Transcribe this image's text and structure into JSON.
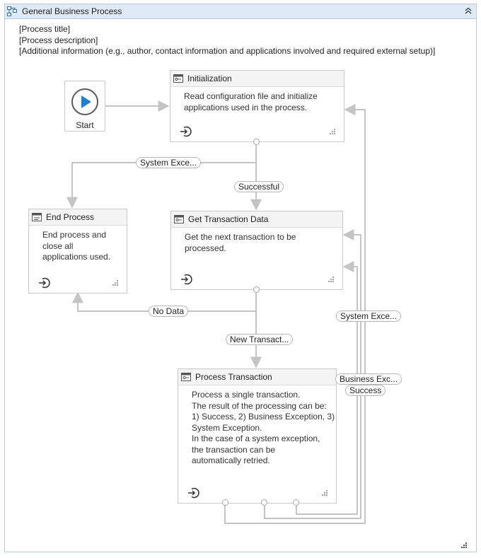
{
  "app": {
    "title": "General Business Process",
    "annotations": [
      "[Process title]",
      "[Process description]",
      "[Additional information (e.g., author, contact information and applications involved and required external setup)]"
    ]
  },
  "start": {
    "label": "Start"
  },
  "states": {
    "initialization": {
      "title": "Initialization",
      "description": [
        "Read configuration file and initialize",
        "applications used in the process."
      ]
    },
    "get_transaction": {
      "title": "Get Transaction Data",
      "description": [
        "Get the next transaction to be",
        "processed."
      ]
    },
    "end_process": {
      "title": "End Process",
      "description": [
        "End process and",
        "close all",
        "applications used."
      ]
    },
    "process_transaction": {
      "title": "Process Transaction",
      "description": [
        "Process a single transaction.",
        "The result of the processing can be:",
        "1) Success, 2) Business Exception, 3)",
        "System Exception.",
        "In the case of a system exception,",
        "the transaction can be",
        "automatically retried."
      ]
    }
  },
  "transitions": {
    "init_system_exception": "System Exce...",
    "init_successful": "Successful",
    "get_no_data": "No Data",
    "get_new_transaction": "New Transact...",
    "proc_system_exception": "System Exce...",
    "proc_business_exception": "Business Exc...",
    "proc_success": "Success"
  },
  "colors": {
    "titlebar": "#dfeaf7",
    "wire": "#c4c4c4",
    "play": "#1e7fd6"
  }
}
